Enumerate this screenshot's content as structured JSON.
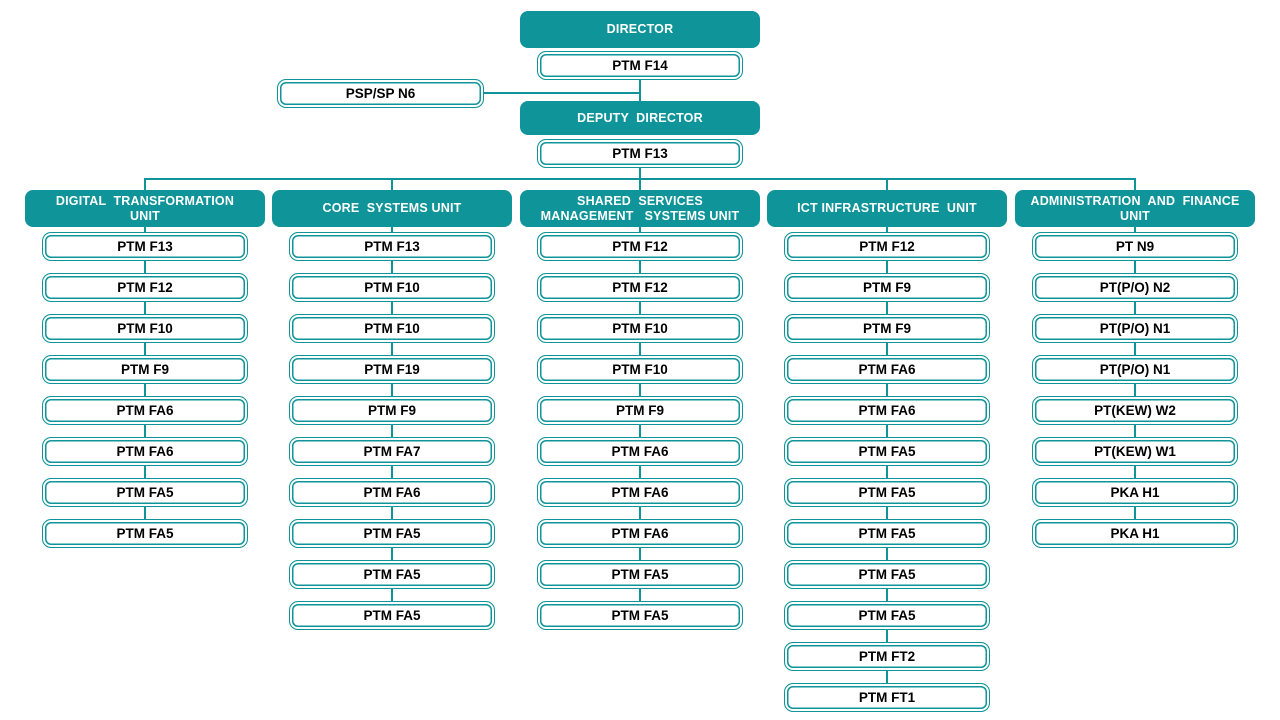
{
  "colors": {
    "teal": "#0F9499",
    "box_text": "#000000",
    "header_text": "#FFFFFF",
    "background": "#FFFFFF"
  },
  "top": {
    "director": {
      "title": "DIRECTOR",
      "grade": "PTM F14"
    },
    "support": {
      "grade": "PSP/SP N6"
    },
    "deputy": {
      "title": "DEPUTY  DIRECTOR",
      "grade": "PTM F13"
    }
  },
  "units": [
    {
      "name": "DIGITAL TRANSFORMATION UNIT",
      "name_lines": [
        "DIGITAL  TRANSFORMATION",
        "UNIT"
      ],
      "positions": [
        "PTM F13",
        "PTM F12",
        "PTM F10",
        "PTM F9",
        "PTM FA6",
        "PTM FA6",
        "PTM FA5",
        "PTM FA5"
      ]
    },
    {
      "name": "CORE SYSTEMS UNIT",
      "name_lines": [
        "CORE  SYSTEMS UNIT"
      ],
      "positions": [
        "PTM F13",
        "PTM F10",
        "PTM F10",
        "PTM F19",
        "PTM F9",
        "PTM FA7",
        "PTM FA6",
        "PTM FA5",
        "PTM FA5",
        "PTM FA5"
      ]
    },
    {
      "name": "SHARED SERVICES MANAGEMENT SYSTEMS UNIT",
      "name_lines": [
        "SHARED  SERVICES",
        "MANAGEMENT   SYSTEMS UNIT"
      ],
      "positions": [
        "PTM F12",
        "PTM F12",
        "PTM F10",
        "PTM F10",
        "PTM F9",
        "PTM FA6",
        "PTM FA6",
        "PTM FA6",
        "PTM FA5",
        "PTM FA5"
      ]
    },
    {
      "name": "ICT INFRASTRUCTURE UNIT",
      "name_lines": [
        "ICT INFRASTRUCTURE  UNIT"
      ],
      "positions": [
        "PTM F12",
        "PTM F9",
        "PTM F9",
        "PTM FA6",
        "PTM FA6",
        "PTM FA5",
        "PTM FA5",
        "PTM FA5",
        "PTM FA5",
        "PTM FA5",
        "PTM FT2",
        "PTM FT1"
      ]
    },
    {
      "name": "ADMINISTRATION AND FINANCE UNIT",
      "name_lines": [
        "ADMINISTRATION  AND  FINANCE",
        "UNIT"
      ],
      "positions": [
        "PT N9",
        "PT(P/O) N2",
        "PT(P/O) N1",
        "PT(P/O) N1",
        "PT(KEW) W2",
        "PT(KEW) W1",
        "PKA H1",
        "PKA H1"
      ]
    }
  ]
}
